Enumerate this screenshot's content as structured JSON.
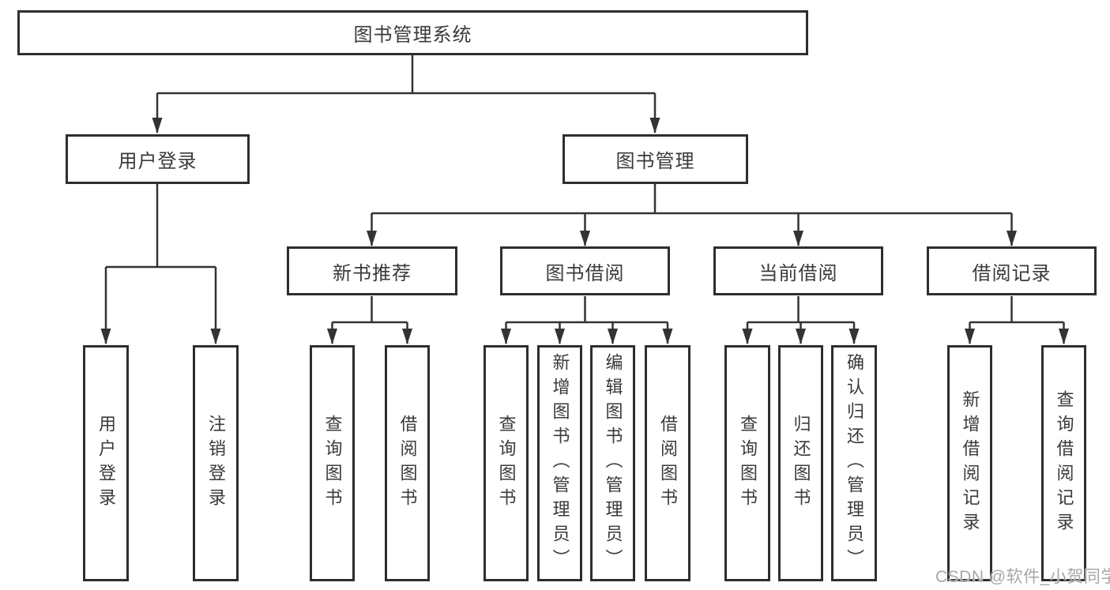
{
  "diagram": {
    "root": {
      "label": "图书管理系统"
    },
    "user_login": {
      "label": "用户登录",
      "children": [
        "用户登录",
        "注销登录"
      ]
    },
    "book_management": {
      "label": "图书管理",
      "sections": {
        "new_book_recommend": {
          "label": "新书推荐",
          "children": [
            "查询图书",
            "借阅图书"
          ]
        },
        "book_borrow": {
          "label": "图书借阅",
          "children": [
            "查询图书",
            "新增图书（管理员）",
            "编辑图书（管理员）",
            "借阅图书"
          ]
        },
        "current_borrow": {
          "label": "当前借阅",
          "children": [
            "查询图书",
            "归还图书",
            "确认归还（管理员）"
          ]
        },
        "borrow_records": {
          "label": "借阅记录",
          "children": [
            "新增借阅记录",
            "查询借阅记录"
          ]
        }
      }
    }
  },
  "watermark": {
    "text": "CSDN @软件_小贺同学"
  },
  "colors": {
    "line": "#333333",
    "box_border": "#2e2e2e",
    "box_background": "#ffffff",
    "text": "#3a3a3a",
    "watermark": "#949494"
  }
}
